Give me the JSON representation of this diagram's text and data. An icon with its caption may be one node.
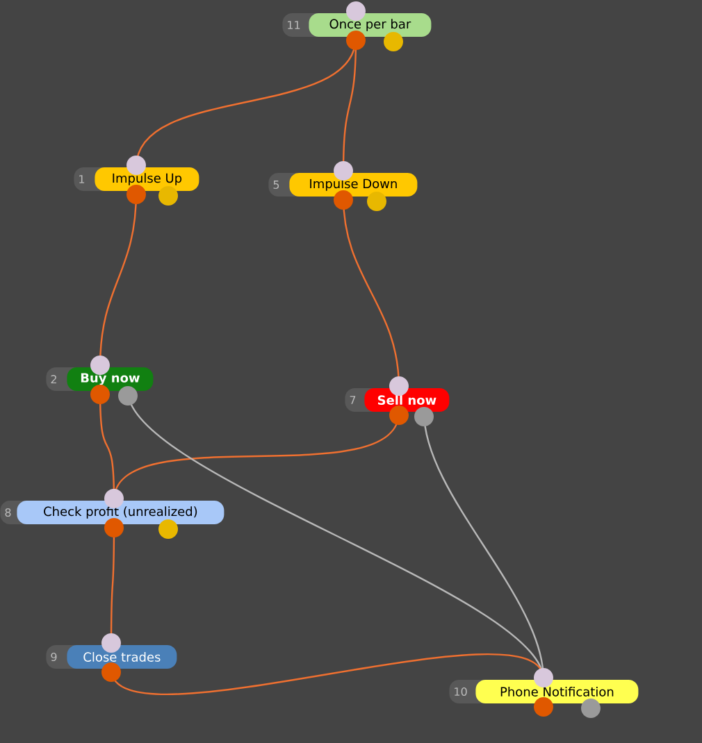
{
  "diagram": {
    "nodes": [
      {
        "text": [
          "11",
          "Once per bar"
        ]
      },
      {
        "text": [
          "1",
          "Impulse Up"
        ]
      },
      {
        "text": [
          "5",
          "Impulse Down"
        ]
      },
      {
        "text": [
          "2",
          "Buy now"
        ]
      },
      {
        "text": [
          "7",
          "Sell now"
        ]
      },
      {
        "text": [
          "8",
          "Check profit (unrealized)"
        ]
      },
      {
        "text": [
          "9",
          "Close trades"
        ]
      },
      {
        "text": [
          "10",
          "Phone Notification"
        ]
      }
    ],
    "edges": [
      {
        "from": 0,
        "to": 1,
        "arrow": "none"
      },
      {
        "from": 0,
        "to": 2,
        "arrow": "none"
      },
      {
        "from": 1,
        "to": 3,
        "arrow": "none"
      },
      {
        "from": 2,
        "to": 4,
        "arrow": "none"
      },
      {
        "from": 3,
        "to": 5,
        "arrow": "none"
      },
      {
        "from": 4,
        "to": 5,
        "arrow": "none"
      },
      {
        "from": 3,
        "to": 7,
        "arrow": "none",
        "color": "#b8b8b8"
      },
      {
        "from": 4,
        "to": 7,
        "arrow": "none",
        "color": "#b8b8b8"
      },
      {
        "from": 5,
        "to": 6,
        "arrow": "none"
      },
      {
        "from": 6,
        "to": 7,
        "arrow": "none"
      }
    ]
  }
}
